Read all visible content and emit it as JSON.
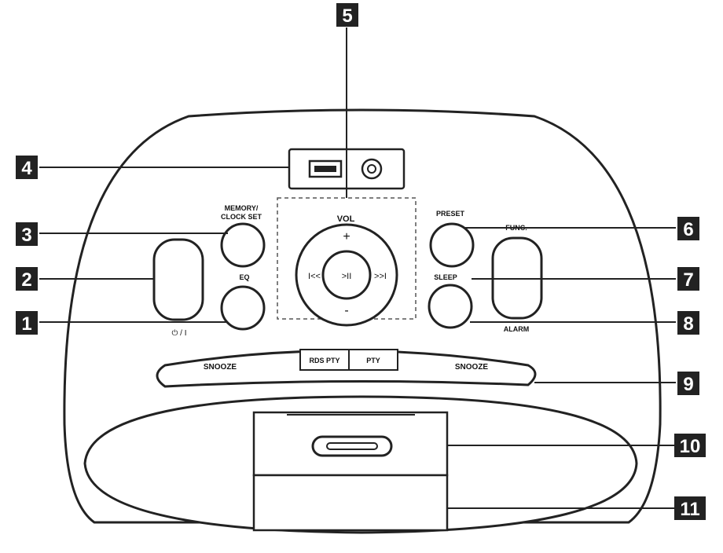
{
  "panel": {
    "memory_label": "MEMORY/",
    "clock_set_label": "CLOCK SET",
    "vol_label": "VOL",
    "vol_plus": "+",
    "vol_minus": "-",
    "prev_label": "I<<",
    "play_pause_label": ">II",
    "next_label": ">>I",
    "preset_label": "PRESET",
    "func_label": "FUNC.",
    "sleep_label": "SLEEP",
    "alarm_label": "ALARM",
    "eq_label": "EQ",
    "power_label": "⏻ / I",
    "snooze_left_label": "SNOOZE",
    "rds_pty_label": "RDS PTY",
    "pty_label": "PTY",
    "snooze_right_label": "SNOOZE"
  },
  "callouts": [
    "1",
    "2",
    "3",
    "4",
    "5",
    "6",
    "7",
    "8",
    "9",
    "10",
    "11"
  ],
  "icons": [
    "usb-port-icon",
    "aux-jack-icon",
    "dock-connector-icon"
  ]
}
